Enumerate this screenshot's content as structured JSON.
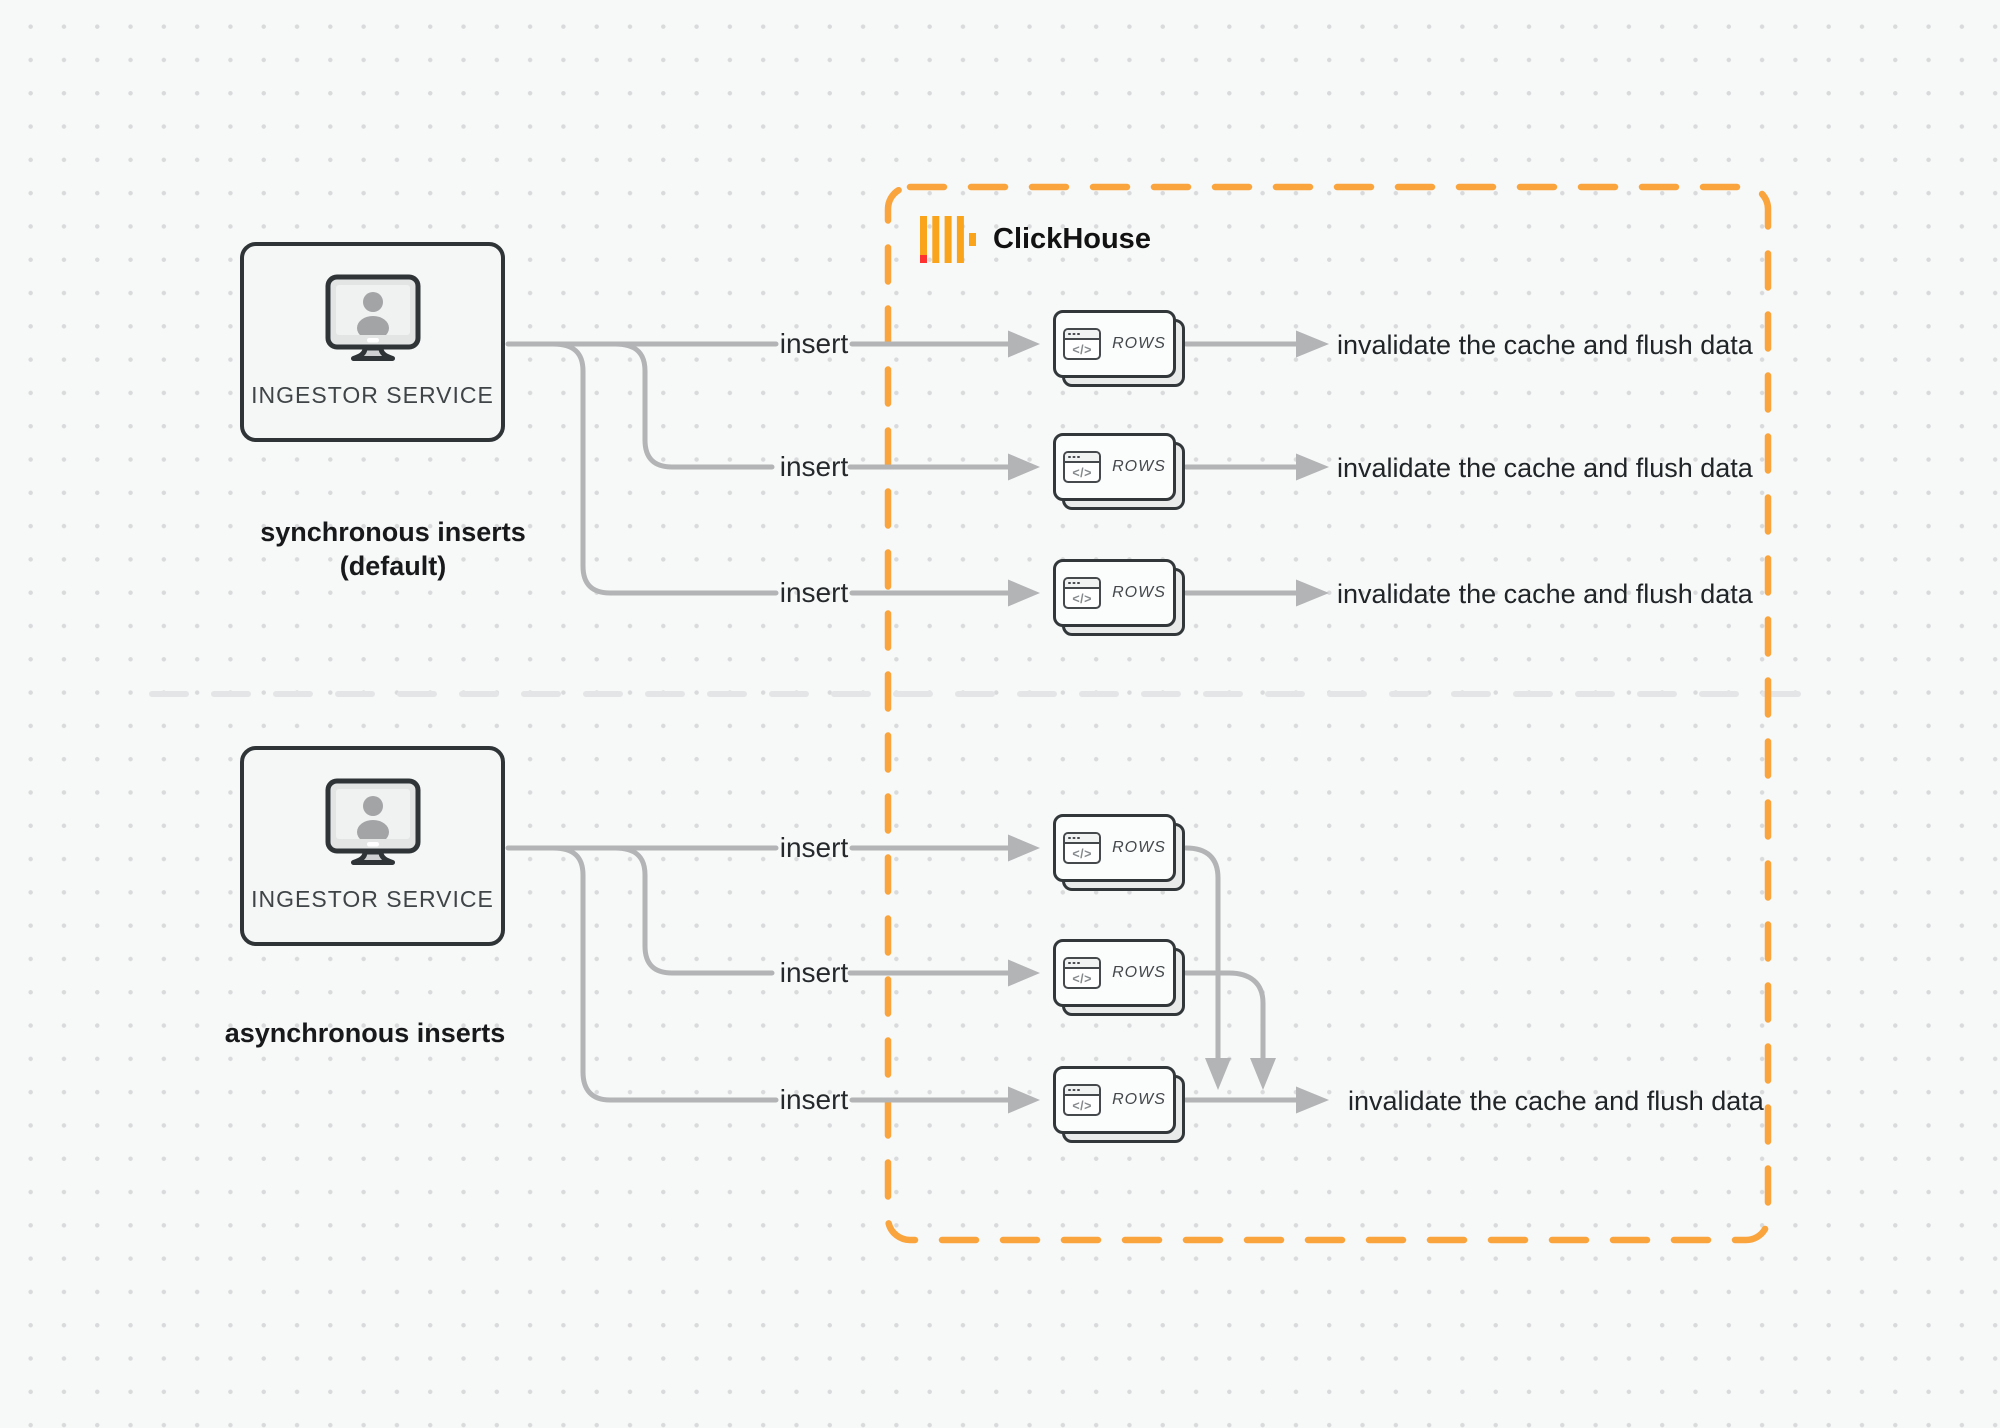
{
  "diagram": {
    "clickhouse_label": "ClickHouse",
    "code_glyph": "</>",
    "sync": {
      "ingestor_label": "INGESTOR SERVICE",
      "caption": "synchronous inserts (default)",
      "rows": [
        {
          "insert": "insert",
          "rows": "ROWS",
          "result": "invalidate the cache and flush data"
        },
        {
          "insert": "insert",
          "rows": "ROWS",
          "result": "invalidate the cache and flush data"
        },
        {
          "insert": "insert",
          "rows": "ROWS",
          "result": "invalidate the cache and flush data"
        }
      ]
    },
    "async": {
      "ingestor_label": "INGESTOR SERVICE",
      "caption": "asynchronous inserts",
      "rows": [
        {
          "insert": "insert",
          "rows": "ROWS"
        },
        {
          "insert": "insert",
          "rows": "ROWS"
        },
        {
          "insert": "insert",
          "rows": "ROWS",
          "result": "invalidate the cache and flush data"
        }
      ]
    },
    "colors": {
      "accent_orange": "#F9A43C",
      "logo_yellow": "#FAA41B",
      "logo_red": "#FF3232",
      "connector_gray": "#B2B4B5",
      "divider_gray": "#E4E5E6"
    }
  }
}
